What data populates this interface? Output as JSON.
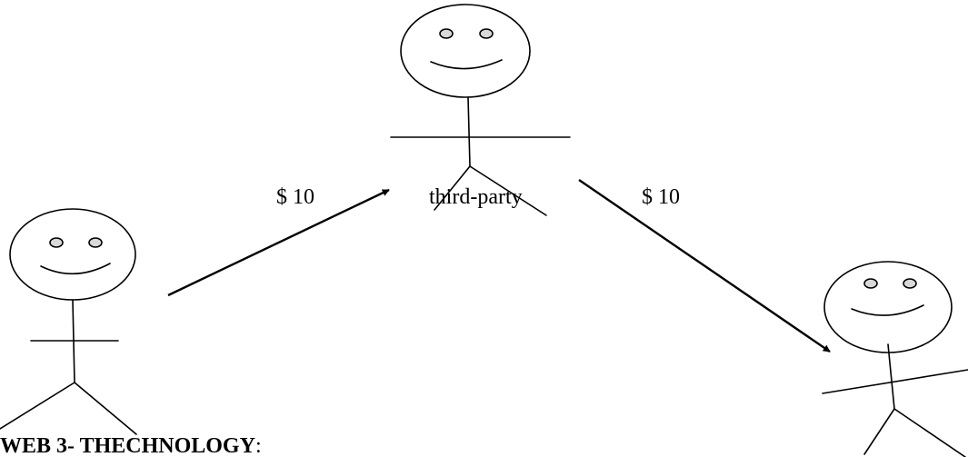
{
  "diagram": {
    "payment_left": "$ 10",
    "payment_right": "$ 10",
    "middle_label": "third-party",
    "heading_text": "WEB 3- THECHNOLOGY",
    "heading_colon": ":",
    "colors": {
      "stroke": "#000000",
      "eye_fill": "#d9d9d9",
      "background": "#ffffff"
    }
  }
}
